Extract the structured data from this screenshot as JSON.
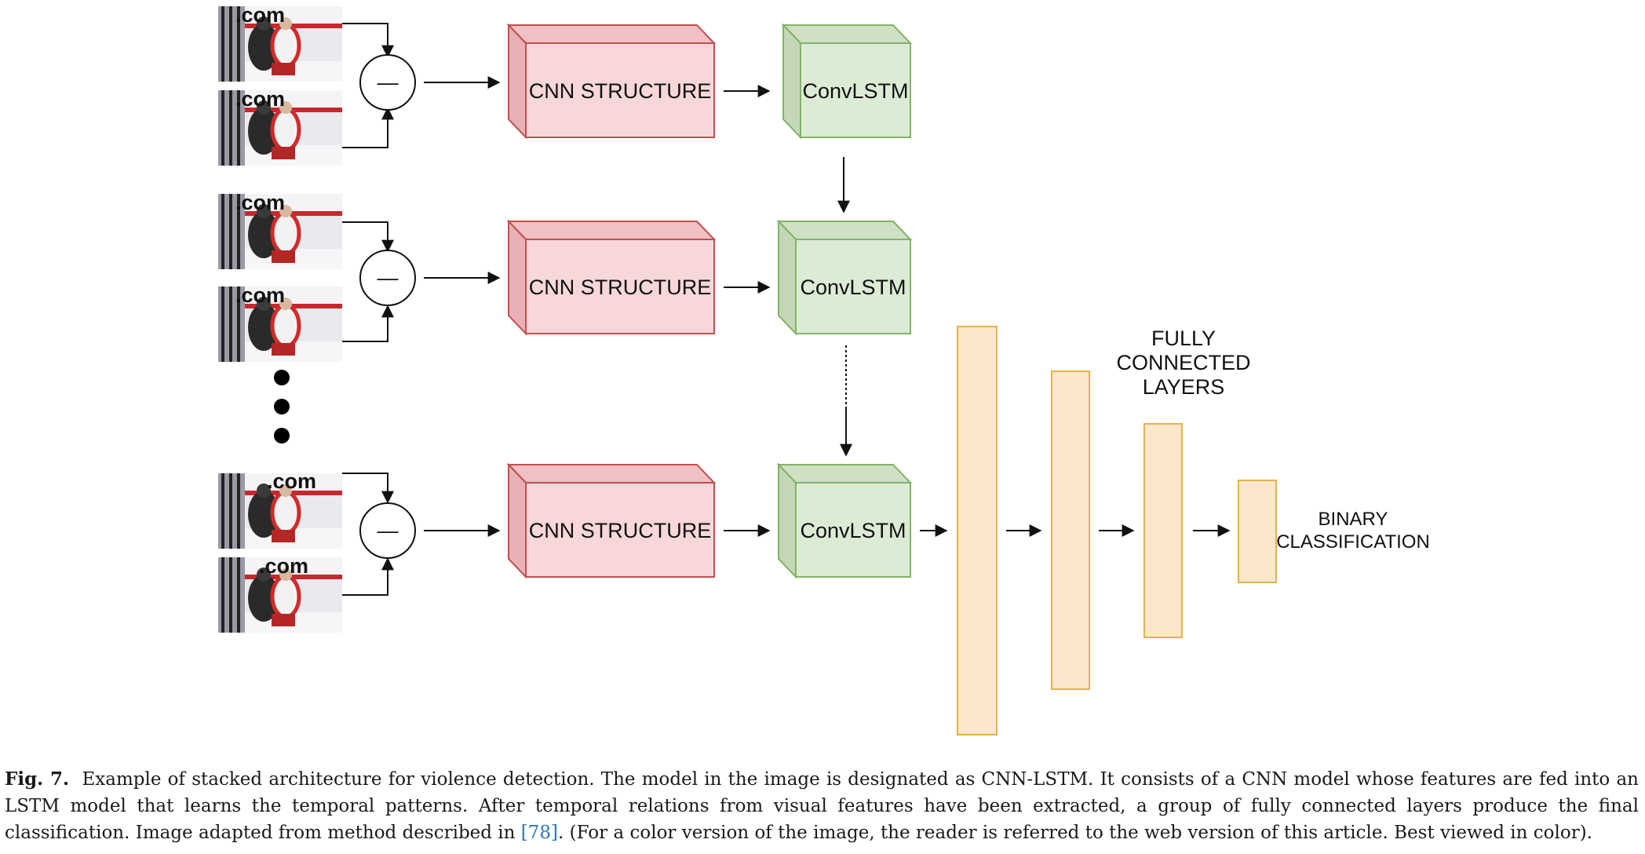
{
  "diagram": {
    "frame_watermark": ".com",
    "subtract_symbol": "—",
    "cnn_label": "CNN STRUCTURE",
    "convlstm_label": "ConvLSTM",
    "fc_label_lines": [
      "FULLY",
      "CONNECTED",
      "LAYERS"
    ],
    "output_label_lines": [
      "BINARY",
      "CLASSIFICATION"
    ],
    "colors": {
      "cnn_fill": "#f8d7d9",
      "cnn_side": "#e9b1b6",
      "cnn_stroke": "#c0504d",
      "lstm_fill": "#dcebd4",
      "lstm_side": "#c4d8b8",
      "lstm_stroke": "#82b366",
      "fc_fill": "#fde7cc",
      "fc_stroke": "#e5b24a"
    }
  },
  "caption": {
    "label": "Fig. 7.",
    "text_1": "Example of stacked architecture for violence detection. The model in the image is designated as CNN-LSTM. It consists of a CNN model whose features are fed into an LSTM model that learns the temporal patterns. After temporal relations from visual features have been extracted, a group of fully connected layers produce the final classification. Image adapted from method described in ",
    "ref": "[78]",
    "text_2": ". (For a color version of the image, the reader is referred to the web version of this article. Best viewed in color)."
  }
}
